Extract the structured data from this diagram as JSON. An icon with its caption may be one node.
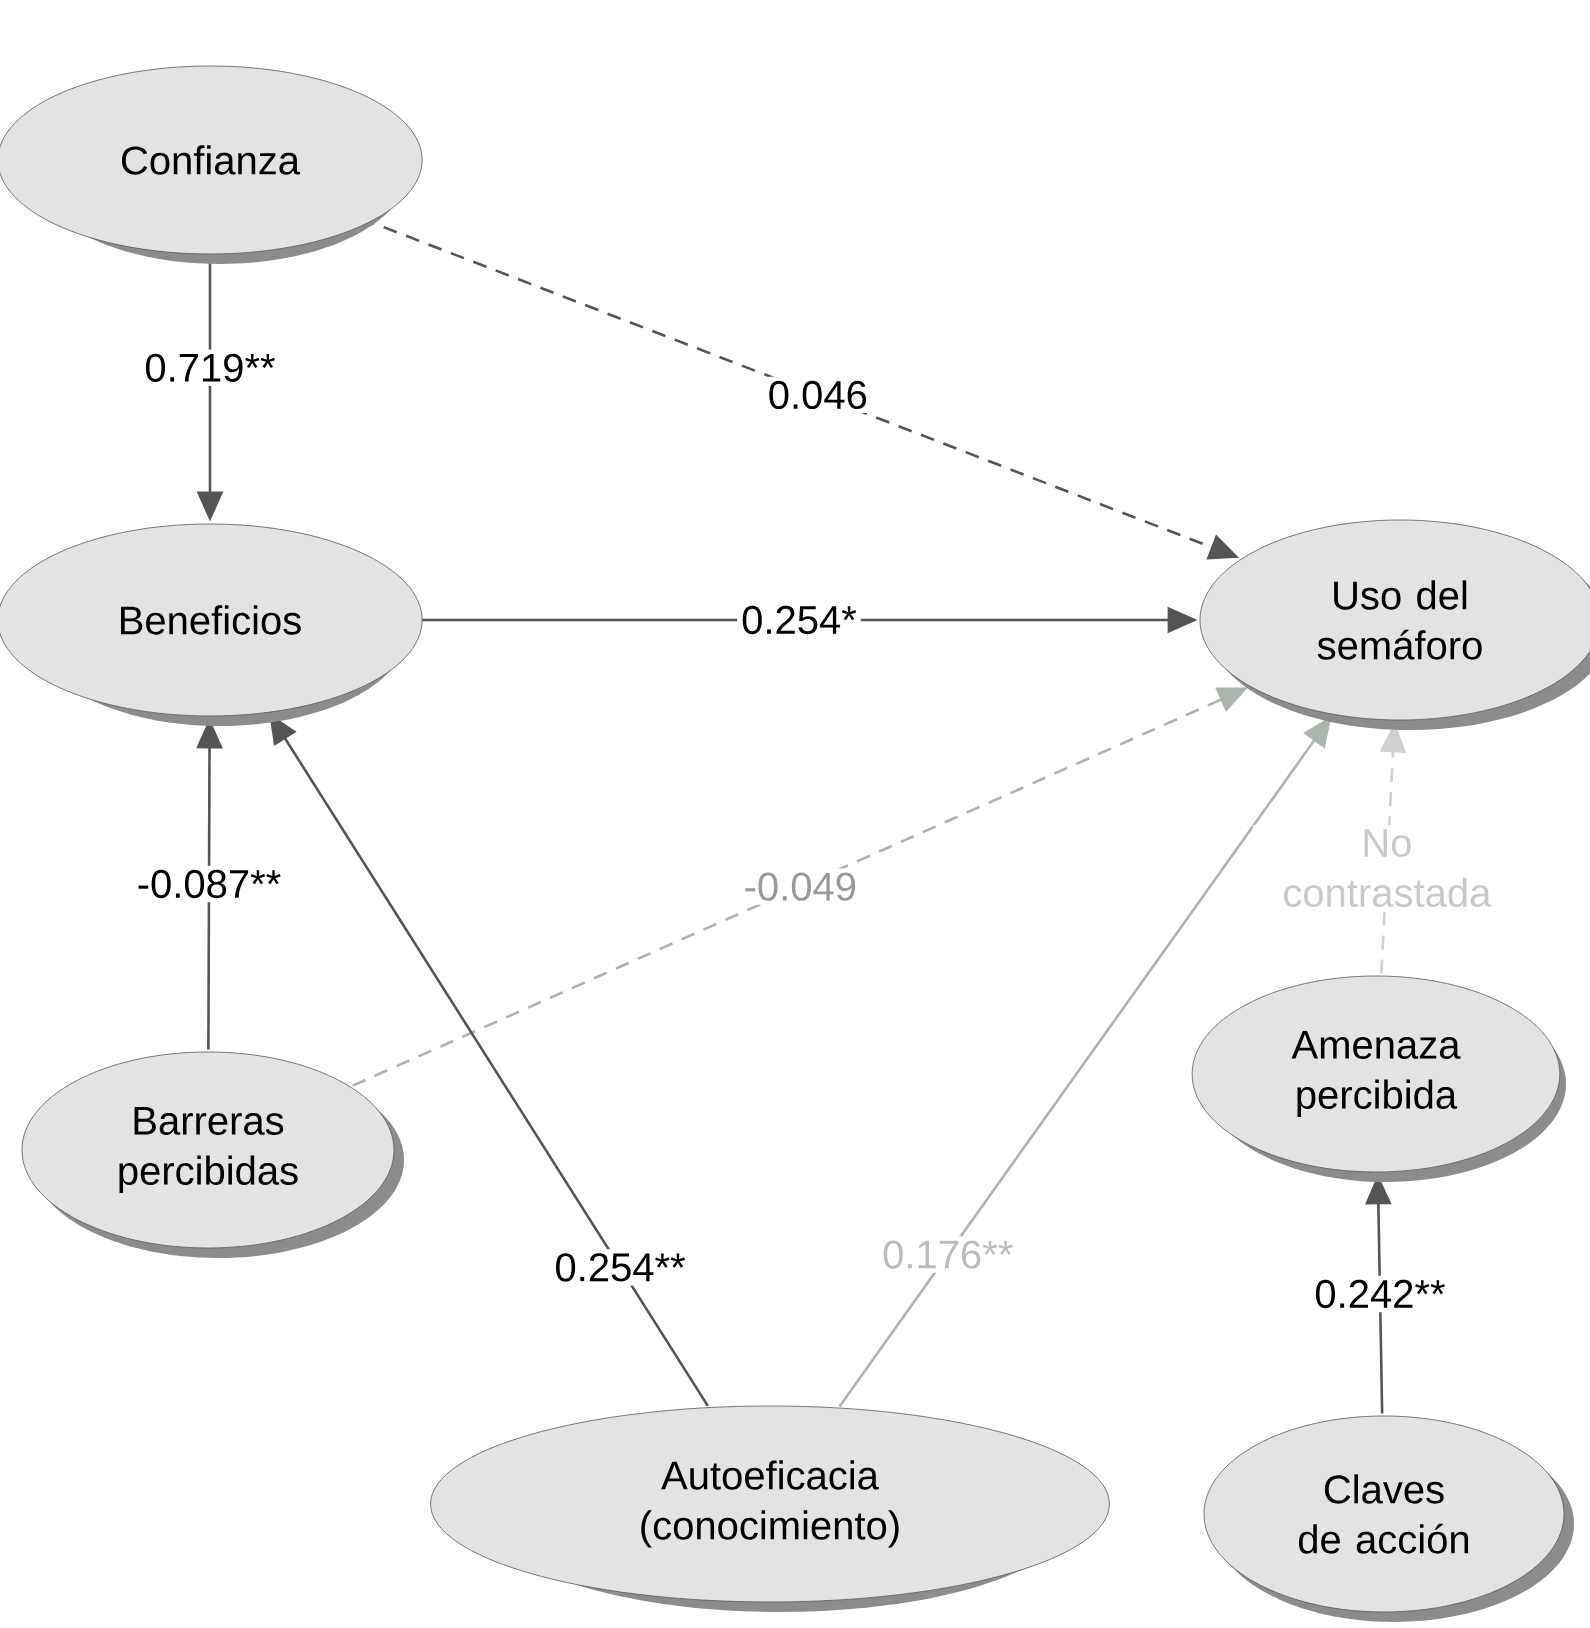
{
  "diagram": {
    "nodes": [
      {
        "text": [
          "Confianza"
        ]
      },
      {
        "text": [
          "Beneficios"
        ]
      },
      {
        "text": [
          "Uso del semáforo"
        ]
      },
      {
        "text": [
          "Barreras percibidas"
        ]
      },
      {
        "text": [
          "Amenaza percibida"
        ]
      },
      {
        "text": [
          "Autoeficacia (conocimiento)"
        ]
      },
      {
        "text": [
          "Claves de acción"
        ]
      }
    ],
    "edges": [
      {
        "from": 0,
        "to": 1,
        "arrow": "to",
        "label": "0.719**"
      },
      {
        "from": 0,
        "to": 2,
        "arrow": "to",
        "label": "0.046",
        "style": "dashed"
      },
      {
        "from": 1,
        "to": 2,
        "arrow": "to",
        "label": "0.254*"
      },
      {
        "from": 3,
        "to": 1,
        "arrow": "to",
        "label": "-0.087**"
      },
      {
        "from": 3,
        "to": 2,
        "arrow": "to",
        "label": "-0.049",
        "style": "dashed",
        "color": "#aab5ae"
      },
      {
        "from": 5,
        "to": 1,
        "arrow": "to",
        "label": "0.254**"
      },
      {
        "from": 5,
        "to": 2,
        "arrow": "to",
        "label": "0.176**",
        "color": "#aab5ae"
      },
      {
        "from": 4,
        "to": 2,
        "arrow": "to",
        "label": "No contrastada",
        "style": "dashed",
        "color": "#d0d0d0"
      },
      {
        "from": 6,
        "to": 4,
        "arrow": "to",
        "label": "0.242**"
      }
    ]
  }
}
